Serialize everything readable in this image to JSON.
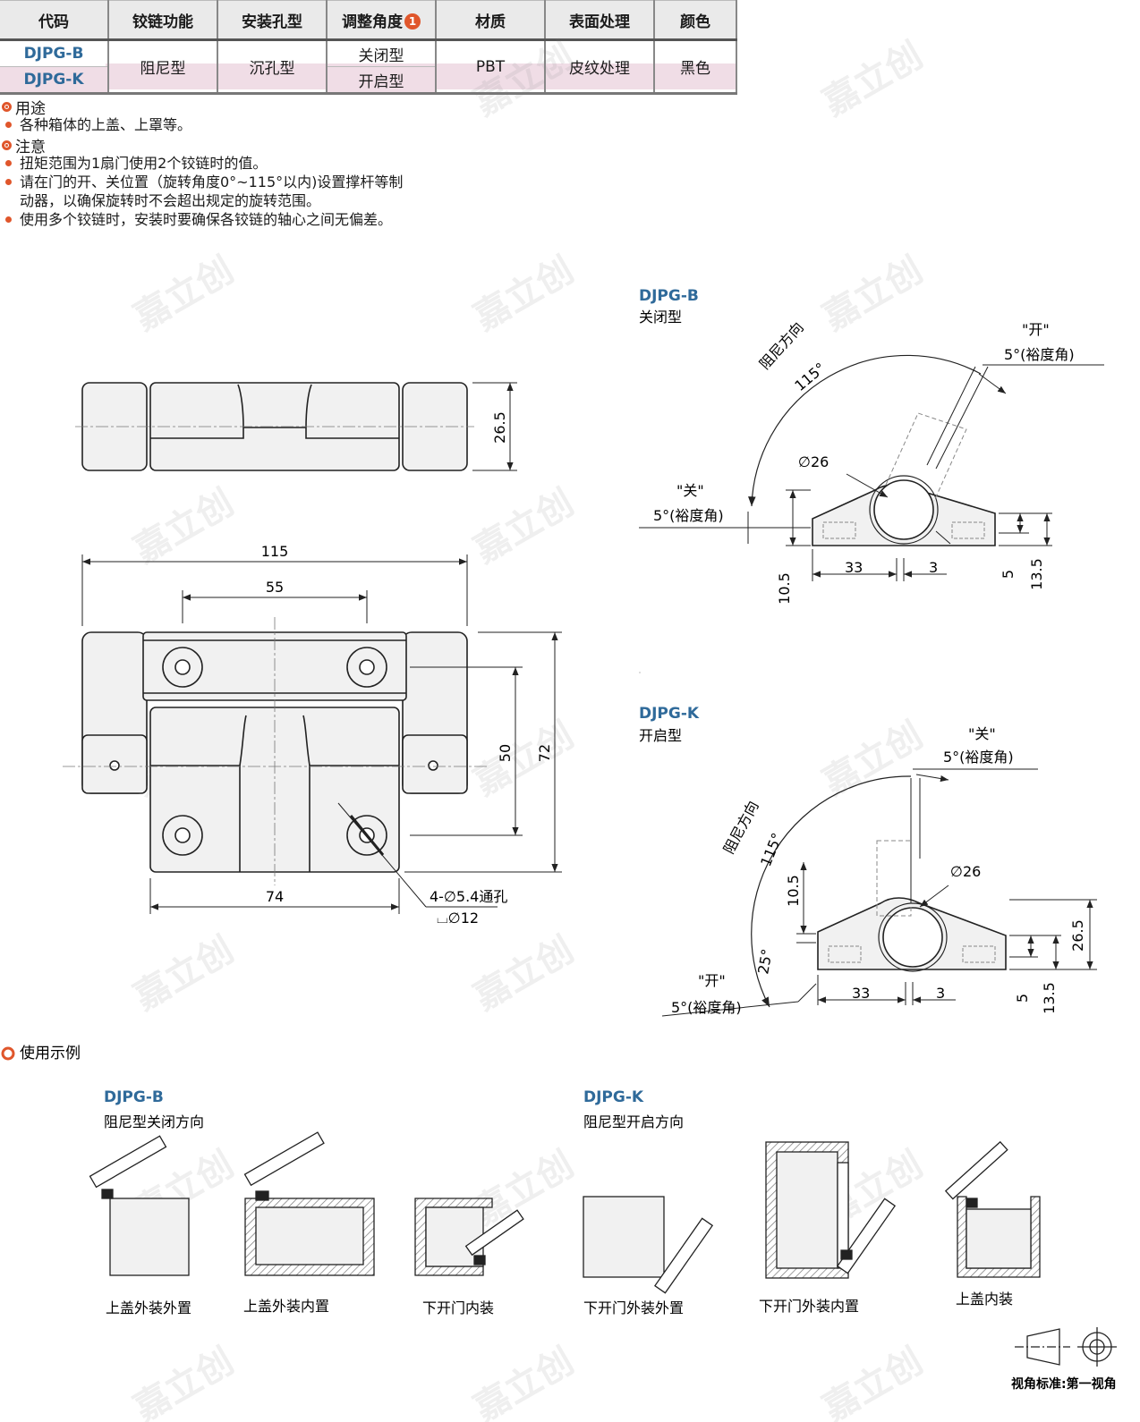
{
  "table": {
    "headers": [
      "代码",
      "铰链功能",
      "安装孔型",
      "调整角度",
      "材质",
      "表面处理",
      "颜色"
    ],
    "badge": "1",
    "row1": {
      "code": "DJPG-B",
      "adjust": "关闭型"
    },
    "row2": {
      "code": "DJPG-K",
      "adjust": "开启型"
    },
    "function": "阻尼型",
    "hole": "沉孔型",
    "material": "PBT",
    "surface": "皮纹处理",
    "color": "黑色"
  },
  "usage": {
    "title": "用途",
    "items": [
      "各种箱体的上盖、上罩等。"
    ]
  },
  "notes": {
    "title": "注意",
    "items": [
      "扭矩范围为1扇门使用2个铰链时的值。",
      "请在门的开、关位置（旋转角度0°~115°以内)设置撑杆等制",
      "动器，以确保旋转时不会超出规定的旋转范围。",
      "使用多个铰链时，安装时要确保各铰链的轴心之间无偏差。"
    ]
  },
  "drawing": {
    "dims": {
      "h26_5": "26.5",
      "w115": "115",
      "w55": "55",
      "h50": "50",
      "h72": "72",
      "w74": "74",
      "hole": "4-∅5.4通孔",
      "cbore": "⌴∅12"
    }
  },
  "side_b": {
    "code": "DJPG-B",
    "type": "关闭型",
    "open_label": "\"开\"",
    "open_margin": "5°(裕度角)",
    "close_label": "\"关\"",
    "close_margin": "5°(裕度角)",
    "direction": "阻尼方向",
    "angle": "115°",
    "dia": "∅26",
    "d33": "33",
    "d3": "3",
    "d10_5": "10.5",
    "d5": "5",
    "d13_5": "13.5"
  },
  "side_k": {
    "code": "DJPG-K",
    "type": "开启型",
    "close_label": "\"关\"",
    "close_margin": "5°(裕度角)",
    "open_label": "\"开\"",
    "open_margin": "5°(裕度角)",
    "direction": "阻尼方向",
    "angle": "115°",
    "angle25": "25°",
    "dia": "∅26",
    "d10_5": "10.5",
    "d26_5": "26.5",
    "d33": "33",
    "d3": "3",
    "d5": "5",
    "d13_5": "13.5"
  },
  "examples": {
    "title": "使用示例",
    "b_code": "DJPG-B",
    "b_sub": "阻尼型关闭方向",
    "k_code": "DJPG-K",
    "k_sub": "阻尼型开启方向",
    "captions": [
      "上盖外装外置",
      "上盖外装内置",
      "下开门内装",
      "下开门外装外置",
      "下开门外装内置",
      "上盖内装"
    ]
  },
  "view_std": "视角标准:第一视角",
  "watermark": "嘉立创",
  "colors": {
    "accent": "#e0562b",
    "code": "#2f6a9a",
    "row_highlight": "#f0dde6"
  }
}
